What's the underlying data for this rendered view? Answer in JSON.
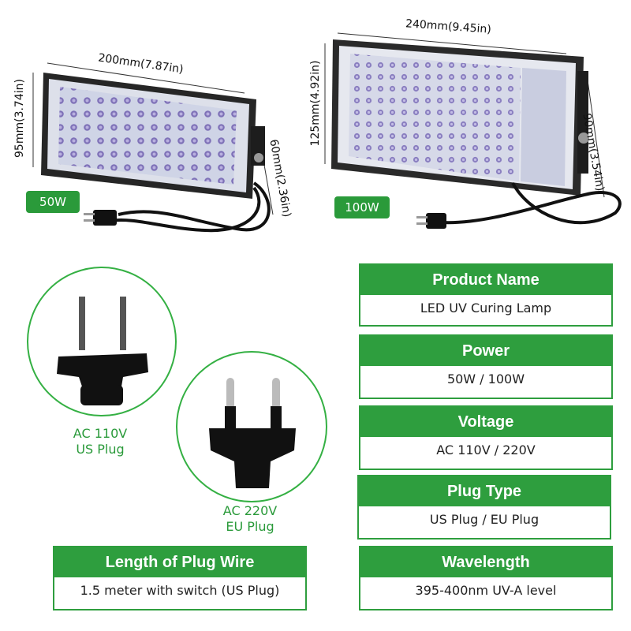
{
  "lamp_small": {
    "width_label": "200mm(7.87in)",
    "height_label": "95mm(3.74in)",
    "depth_label": "60mm(2.36in)",
    "badge": "50W"
  },
  "lamp_large": {
    "width_label": "240mm(9.45in)",
    "height_label": "125mm(4.92in)",
    "depth_label": "90mm(3.54in)",
    "badge": "100W"
  },
  "plugs": {
    "us": {
      "line1": "AC 110V",
      "line2": "US  Plug"
    },
    "eu": {
      "line1": "AC 220V",
      "line2": "EU  Plug"
    }
  },
  "specs": {
    "product_name": {
      "title": "Product Name",
      "value": "LED UV Curing Lamp"
    },
    "power": {
      "title": "Power",
      "value": "50W / 100W"
    },
    "voltage": {
      "title": "Voltage",
      "value": "AC  110V / 220V"
    },
    "plug_type": {
      "title": "Plug Type",
      "value": "US Plug /  EU Plug"
    },
    "wavelength": {
      "title": "Wavelength",
      "value": "395-400nm UV-A level"
    },
    "wire_length": {
      "title": "Length of Plug Wire",
      "value": "1.5 meter with switch (US Plug)"
    }
  },
  "colors": {
    "accent_green": "#2e9e3e",
    "led_purple": "#8a7fc0",
    "housing": "#2a2a2a"
  }
}
